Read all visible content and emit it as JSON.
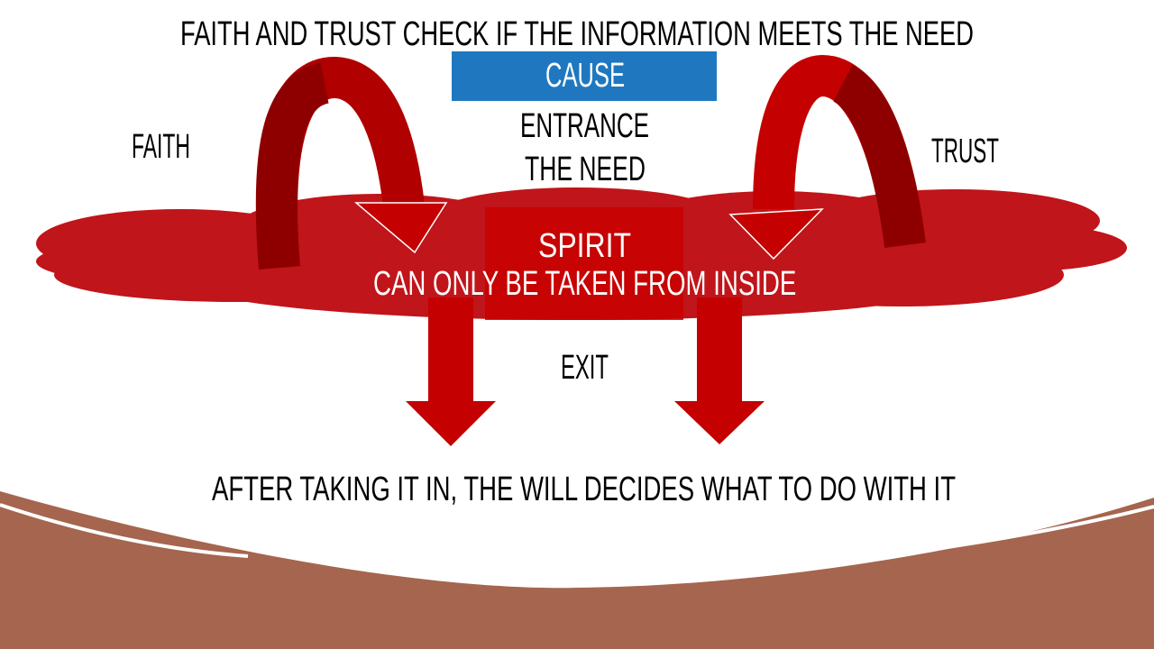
{
  "title": "FAITH AND TRUST CHECK IF THE INFORMATION MEETS THE NEED",
  "cause_label": "CAUSE",
  "entrance_label": "ENTRANCE",
  "need_label": "THE NEED",
  "faith_label": "FAITH",
  "trust_label": "TRUST",
  "spirit_label": "SPIRIT",
  "spirit_sub": "CAN ONLY BE TAKEN FROM INSIDE",
  "exit_label": "EXIT",
  "conclusion": "AFTER TAKING IT IN, THE WILL DECIDES WHAT TO DO WITH IT",
  "colors": {
    "cause_box": "#1f78bf",
    "cloud": "#c0151a",
    "arrow": "#c40000",
    "arrow_dark": "#9a0000",
    "footer": "#a5654e"
  }
}
